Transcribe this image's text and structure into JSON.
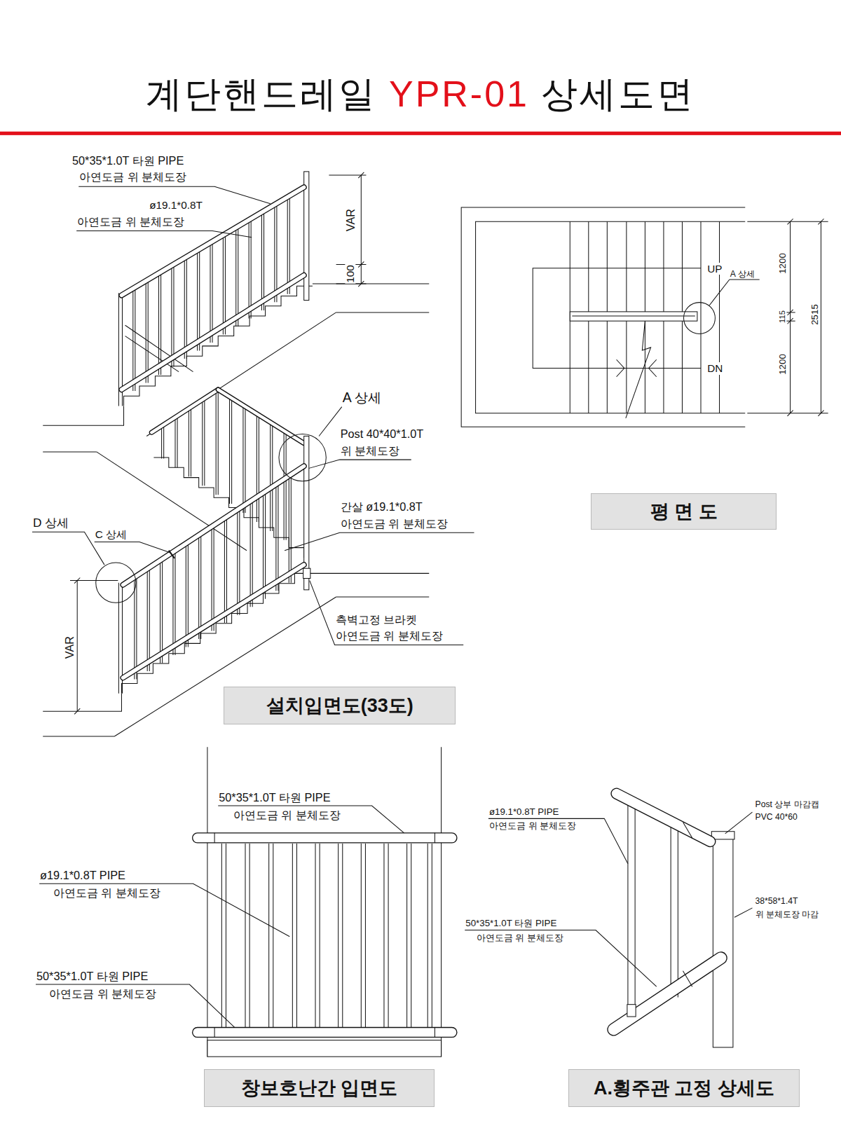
{
  "diagram": {
    "title": "계단핸드레일 YPR-01 상세도면",
    "nodes": [
      {
        "text": [
          "설치입면도(33도)"
        ]
      },
      {
        "text": [
          "평 면 도"
        ]
      },
      {
        "text": [
          "창보호난간 입면도"
        ]
      },
      {
        "text": [
          "A.횡주관 고정 상세도"
        ]
      }
    ],
    "labels": [
      "50*35*1.0T 타원 PIPE",
      "아연도금 위 분체도장",
      "ø19.1*0.8T",
      "아연도금 위 분체도장",
      "VAR",
      "100",
      "A 상세",
      "Post 40*40*1.0T",
      "위 분체도장",
      "간살 ø19.1*0.8T",
      "아연도금 위 분체도장",
      "D 상세",
      "C 상세",
      "측벽고정 브라켓",
      "아연도금 위 분체도장",
      "VAR",
      "UP",
      "A 상세",
      "1200",
      "115",
      "2515",
      "DN",
      "1200",
      "50*35*1.0T 타원 PIPE",
      "아연도금 위 분체도장",
      "ø19.1*0.8T PIPE",
      "아연도금 위 분체도장",
      "50*35*1.0T 타원 PIPE",
      "아연도금 위 분체도장",
      "ø19.1*0.8T PIPE",
      "아연도금 위 분체도장",
      "Post 상부 마감캡",
      "PVC 40*60",
      "38*58*1.4T",
      "위 분체도장 마감",
      "50*35*1.0T 타원 PIPE",
      "아연도금 위 분체도장"
    ]
  }
}
